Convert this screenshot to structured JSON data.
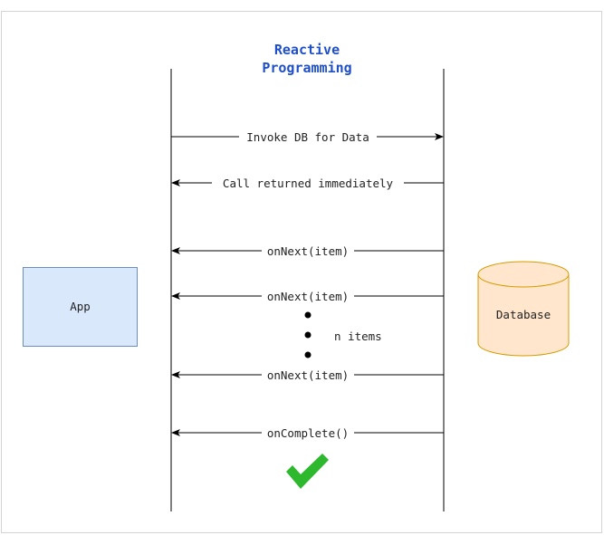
{
  "title": {
    "line1": "Reactive",
    "line2": "Programming"
  },
  "participants": {
    "app": {
      "label": "App"
    },
    "database": {
      "label": "Database"
    }
  },
  "messages": [
    {
      "label": "Invoke DB for Data",
      "direction": "app-to-database"
    },
    {
      "label": "Call returned immediately",
      "direction": "database-to-app"
    },
    {
      "label": "onNext(item)",
      "direction": "database-to-app"
    },
    {
      "label": "onNext(item)",
      "direction": "database-to-app"
    },
    {
      "label": "onNext(item)",
      "direction": "database-to-app"
    },
    {
      "label": "onComplete()",
      "direction": "database-to-app"
    }
  ],
  "ellipsis_note": "n items",
  "completion_icon": "checkmark-icon",
  "colors": {
    "title": "#1f4fc8",
    "app_fill": "#dae8fc",
    "app_stroke": "#6c8ebf",
    "database_fill": "#ffe6cc",
    "database_stroke": "#d79b00",
    "checkmark": "#2eb82e"
  }
}
